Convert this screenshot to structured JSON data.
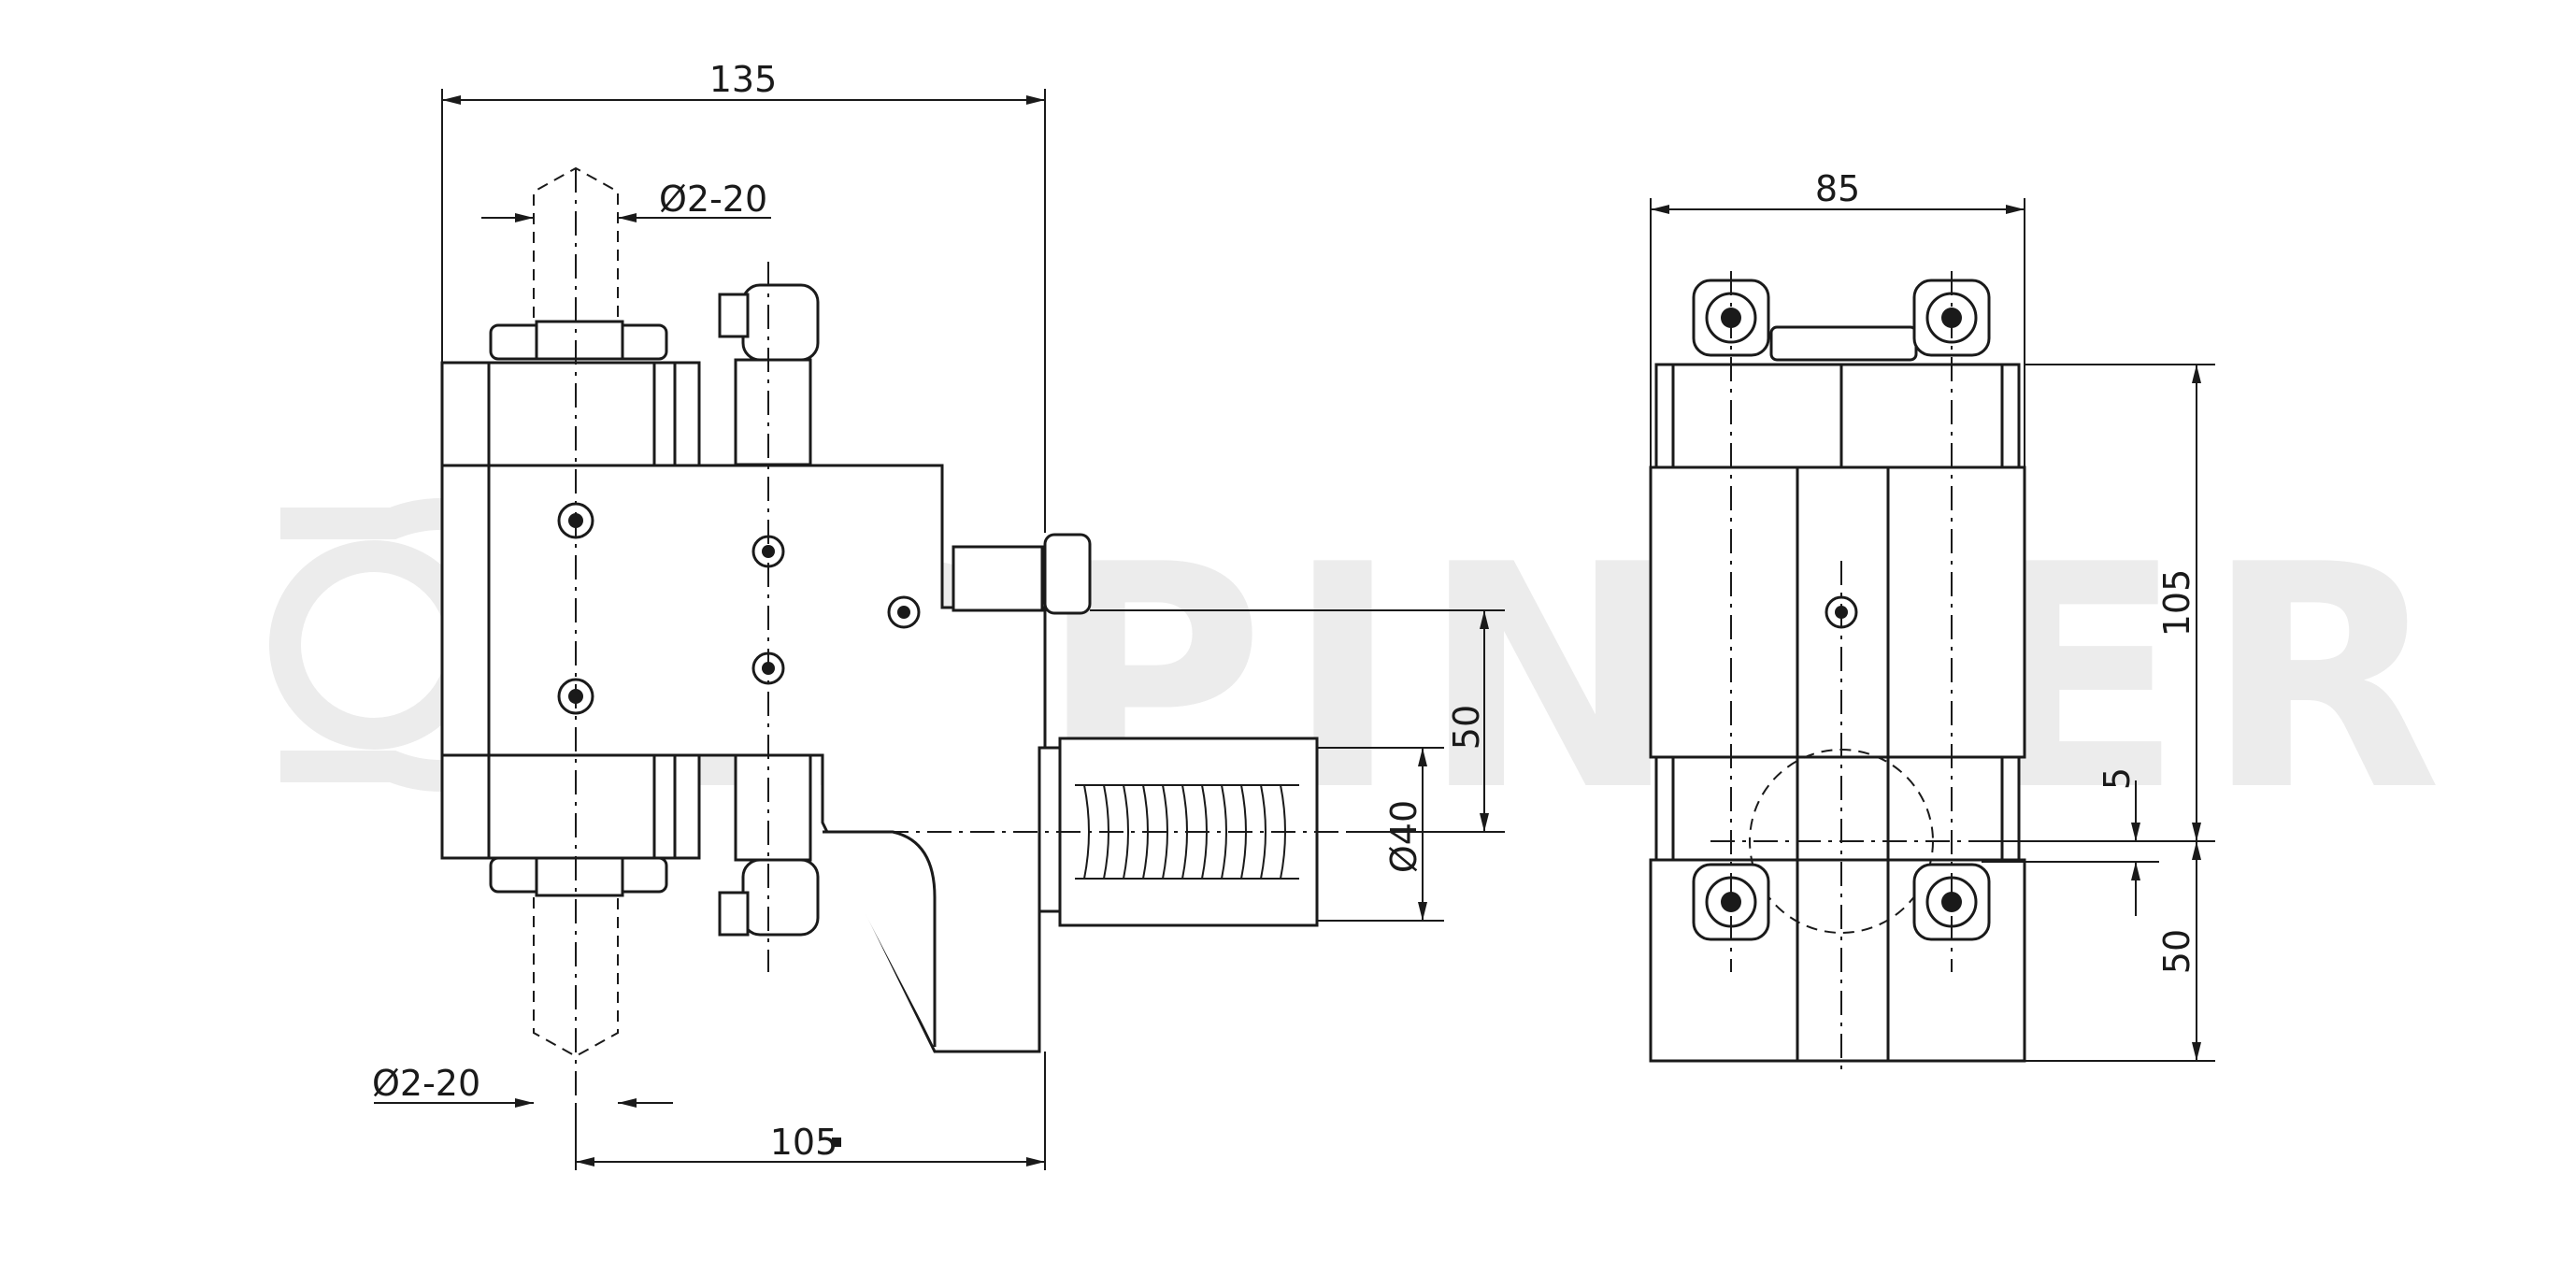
{
  "watermark": {
    "text": "EPPINGER"
  },
  "dimensions": {
    "overall_width": "135",
    "bore_top": "Ø2-20",
    "bore_bottom": "Ø2-20",
    "shank_offset": "105",
    "shank_height": "50",
    "shank_diameter": "Ø40",
    "side_width": "85",
    "side_height": "105",
    "side_offset": "5",
    "side_lower": "50"
  }
}
